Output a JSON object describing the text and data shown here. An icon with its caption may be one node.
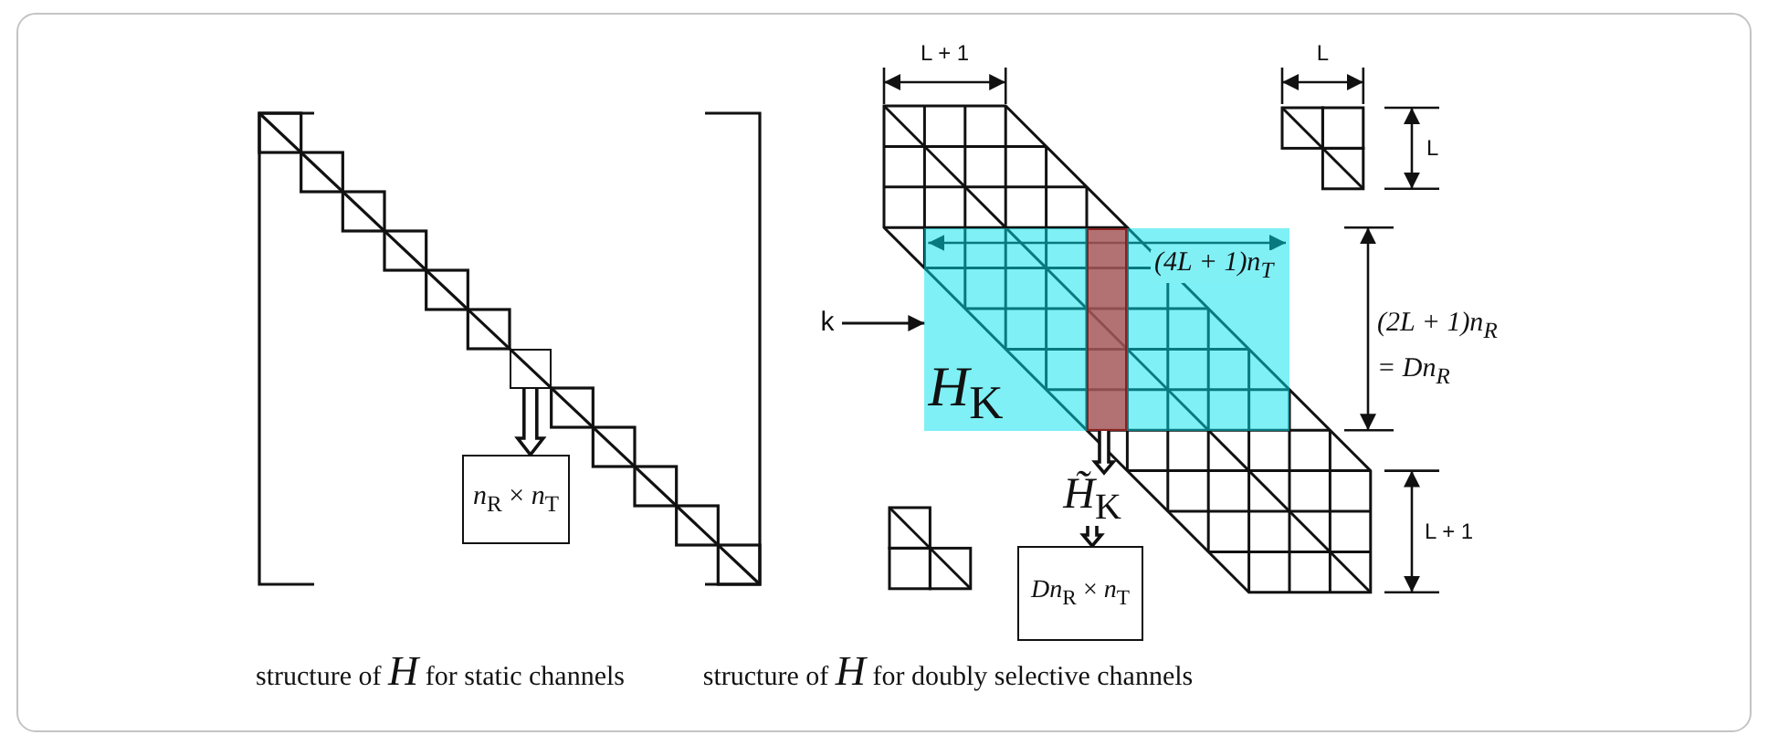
{
  "diagram": {
    "nodes": [
      {
        "text": [],
        "shape": "box"
      },
      {
        "text": [
          "*n*$_{R}$ × *n*$_{T}$"
        ]
      },
      {
        "text": [
          "*H*$_{K}$"
        ]
      },
      {
        "text": [],
        "shape": "bar",
        "in": 2
      },
      {
        "text": [
          "*H̃*$_{K}$"
        ]
      },
      {
        "text": [
          "*Dn*$_{R}$ × *n*$_{T}$"
        ]
      },
      {
        "text": [
          "k"
        ]
      }
    ],
    "edges": [
      {
        "from": 0,
        "to": 1,
        "arrow": "to",
        "style": "thick"
      },
      {
        "from": 6,
        "to": 2,
        "arrow": "to"
      },
      {
        "from": 3,
        "to": 4,
        "arrow": "to",
        "style": "thick"
      },
      {
        "from": 4,
        "to": 5,
        "arrow": "to",
        "style": "thick"
      }
    ],
    "labels": [
      "L + 1",
      "L",
      "L",
      "(4L + 1)n$_{T}$",
      "(2L + 1)n$_{R}$",
      "= Dn$_{R}$",
      "L + 1",
      "structure of *H* for static channels",
      "structure of *H* for doubly selective channels"
    ]
  }
}
